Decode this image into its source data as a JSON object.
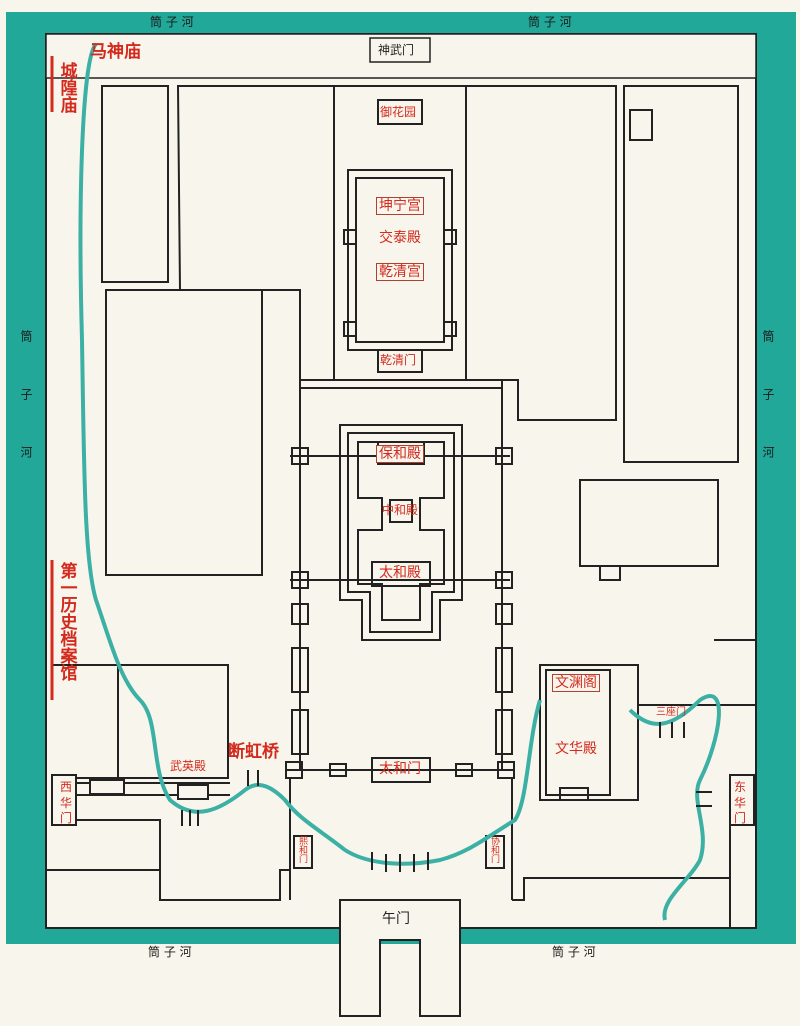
{
  "colors": {
    "moat": "#22a899",
    "water": "#3cb0a4",
    "outline": "#222222",
    "label": "#d42a1e",
    "paper": "#f8f6ec"
  },
  "moat_labels": {
    "top_left": "筒 子 河",
    "top_right": "筒 子 河",
    "left": "筒子河",
    "right": "筒子河",
    "bottom_left": "筒 子 河",
    "bottom_right": "筒 子 河"
  },
  "labels": {
    "shenwumen": "神武门",
    "mashenmiao": "马神庙",
    "chenghuangmiao": "城隍庙",
    "yuhuayuan": "御花园",
    "kunninggong": "坤宁宫",
    "jiaotaidian": "交泰殿",
    "qianqinggong": "乾清宫",
    "qianqingmen": "乾清门",
    "baohedian": "保和殿",
    "zhonghedian": "中和殿",
    "taihedian": "太和殿",
    "archives": "第一历史档案馆",
    "wenyuange": "文渊阁",
    "wenhuadian": "文华殿",
    "sanzuomen": "三座门",
    "wuyingdian": "武英殿",
    "duanhongqiao": "断虹桥",
    "taihemen": "太和门",
    "xihuamen": "西华门",
    "donghuamen": "东华门",
    "xiheman": "熙和门",
    "xiehemen": "协和门",
    "wumen": "午门"
  }
}
